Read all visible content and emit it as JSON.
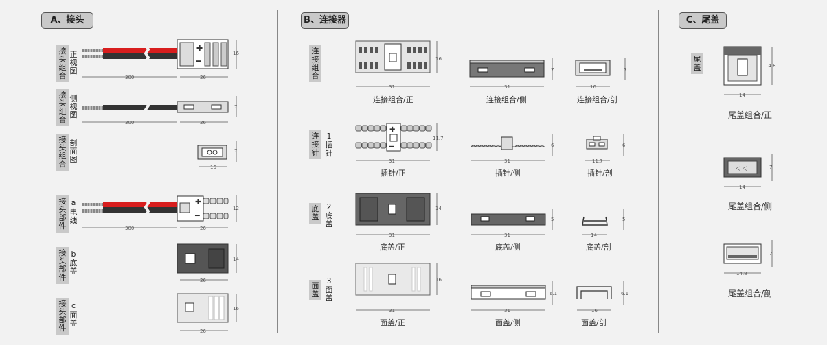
{
  "sections": {
    "a": {
      "title": "A、接头"
    },
    "b": {
      "title": "B、连接器"
    },
    "c": {
      "title": "C、尾盖"
    }
  },
  "section_a": {
    "rows": [
      {
        "group": "接头组合",
        "view": "正视图"
      },
      {
        "group": "接头组合",
        "view": "侧视图"
      },
      {
        "group": "接头组合",
        "view": "剖面图"
      },
      {
        "group": "接头部件",
        "letter": "a",
        "view": "电线"
      },
      {
        "group": "接头部件",
        "letter": "b",
        "view": "底盖"
      },
      {
        "group": "接头部件",
        "letter": "c",
        "view": "面盖"
      }
    ],
    "dims": {
      "wire_len": "300",
      "head_len": "26",
      "h16": "16",
      "h7": "7",
      "h12": "12",
      "h14": "14",
      "w16": "16"
    }
  },
  "section_b": {
    "rows": [
      {
        "label": "连接组合",
        "num": "",
        "sub": ""
      },
      {
        "label": "连接针",
        "num": "1",
        "sub": "插针"
      },
      {
        "label": "底盖",
        "num": "2",
        "sub": "底盖"
      },
      {
        "label": "面盖",
        "num": "3",
        "sub": "面盖"
      }
    ],
    "captions": {
      "r1": [
        "连接组合/正",
        "连接组合/侧",
        "连接组合/剖"
      ],
      "r2": [
        "插针/正",
        "插针/侧",
        "插针/剖"
      ],
      "r3": [
        "底盖/正",
        "底盖/侧",
        "底盖/剖"
      ],
      "r4": [
        "面盖/正",
        "面盖/侧",
        "面盖/剖"
      ]
    },
    "dims": {
      "w31": "31",
      "w16": "16",
      "w11_7": "11.7",
      "w14": "14",
      "h16": "16",
      "h7": "7",
      "h11_7": "11.7",
      "h6": "6",
      "h14": "14",
      "h5": "5",
      "h6_1": "6.1"
    }
  },
  "section_c": {
    "label": "尾盖",
    "captions": [
      "尾盖组合/正",
      "尾盖组合/侧",
      "尾盖组合/剖"
    ],
    "dims": {
      "h14_8": "14.8",
      "w14": "14",
      "h7": "7",
      "w14_8": "14.8"
    }
  }
}
